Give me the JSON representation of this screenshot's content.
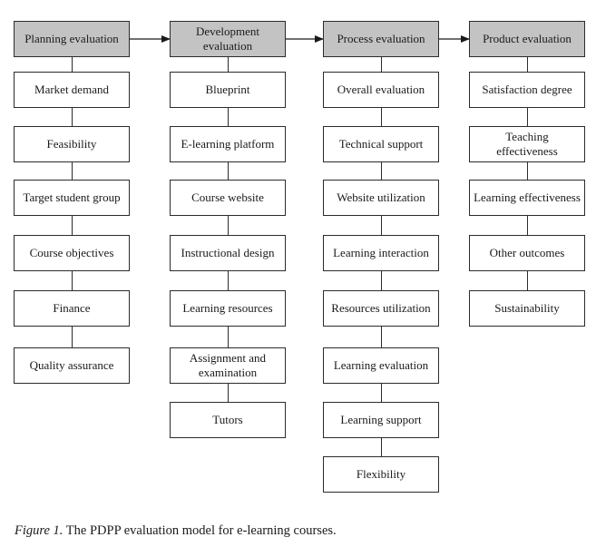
{
  "columns": [
    {
      "header": "Planning evaluation",
      "items": [
        "Market demand",
        "Feasibility",
        "Target student group",
        "Course objectives",
        "Finance",
        "Quality assurance"
      ]
    },
    {
      "header": "Development evaluation",
      "items": [
        "Blueprint",
        "E-learning platform",
        "Course website",
        "Instructional design",
        "Learning resources",
        "Assignment and examination",
        "Tutors"
      ]
    },
    {
      "header": "Process evaluation",
      "items": [
        "Overall evaluation",
        "Technical support",
        "Website utilization",
        "Learning interaction",
        "Resources utilization",
        "Learning evaluation",
        "Learning support",
        "Flexibility"
      ]
    },
    {
      "header": "Product evaluation",
      "items": [
        "Satisfaction degree",
        "Teaching effectiveness",
        "Learning effectiveness",
        "Other outcomes",
        "Sustainability"
      ]
    }
  ],
  "caption": {
    "figure_label": "Figure 1.",
    "text": " The PDPP evaluation model for e-learning courses."
  }
}
